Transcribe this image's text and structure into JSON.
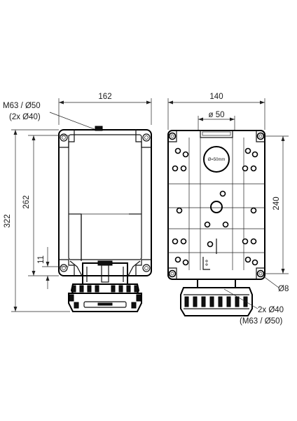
{
  "left_view": {
    "width": "162",
    "height_total": "322",
    "height_body": "262",
    "height_small": "11",
    "gland_label_line1": "M63 / Ø50",
    "gland_label_line2": "(2x Ø40)"
  },
  "right_view": {
    "width": "140",
    "hole_spacing": "240",
    "center_opening": "ø 50",
    "center_opening_inner": "Ø=50mm",
    "mount_hole": "Ø8",
    "gland_label_line1": "2x Ø40",
    "gland_label_line2": "(M63 / Ø50)"
  }
}
